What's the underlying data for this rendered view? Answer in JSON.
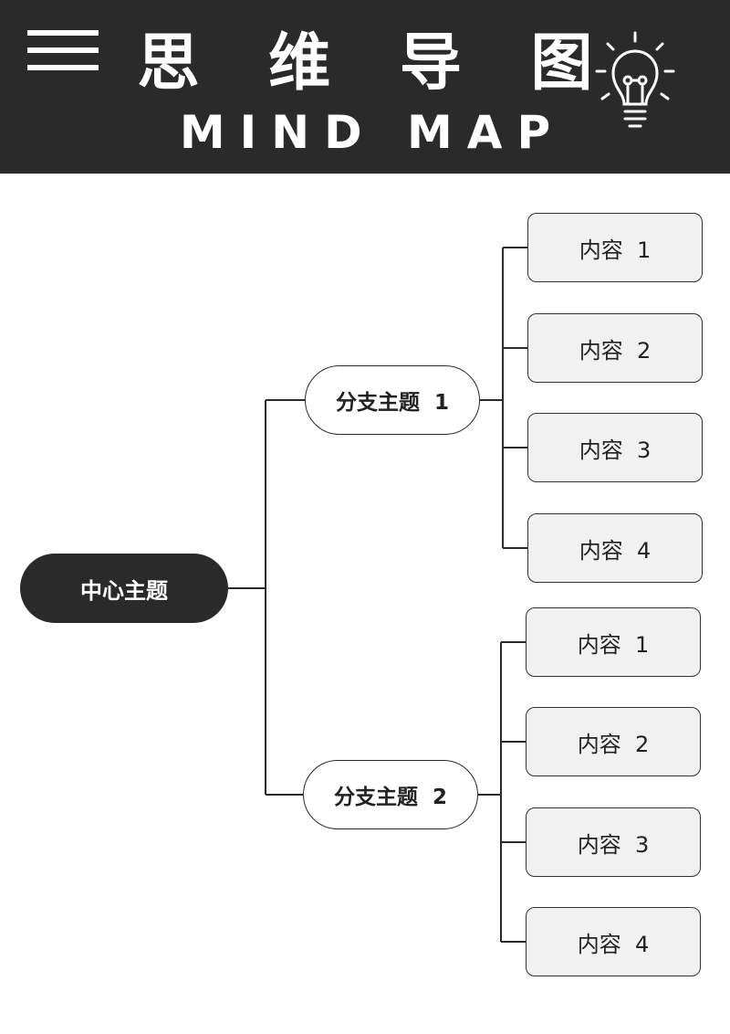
{
  "header": {
    "title_cn": "思 维 导 图",
    "title_en": "MIND MAP",
    "menu_icon": "hamburger-menu-icon",
    "bulb_icon": "lightbulb-icon"
  },
  "colors": {
    "dark": "#2a2a2a",
    "leaf_fill": "#f1f1f1",
    "white": "#ffffff"
  },
  "mindmap": {
    "center": "中心主题",
    "branches": [
      {
        "label": "分支主题  1",
        "items": [
          "内容  1",
          "内容  2",
          "内容  3",
          "内容  4"
        ]
      },
      {
        "label": "分支主题  2",
        "items": [
          "内容  1",
          "内容  2",
          "内容  3",
          "内容  4"
        ]
      }
    ]
  }
}
